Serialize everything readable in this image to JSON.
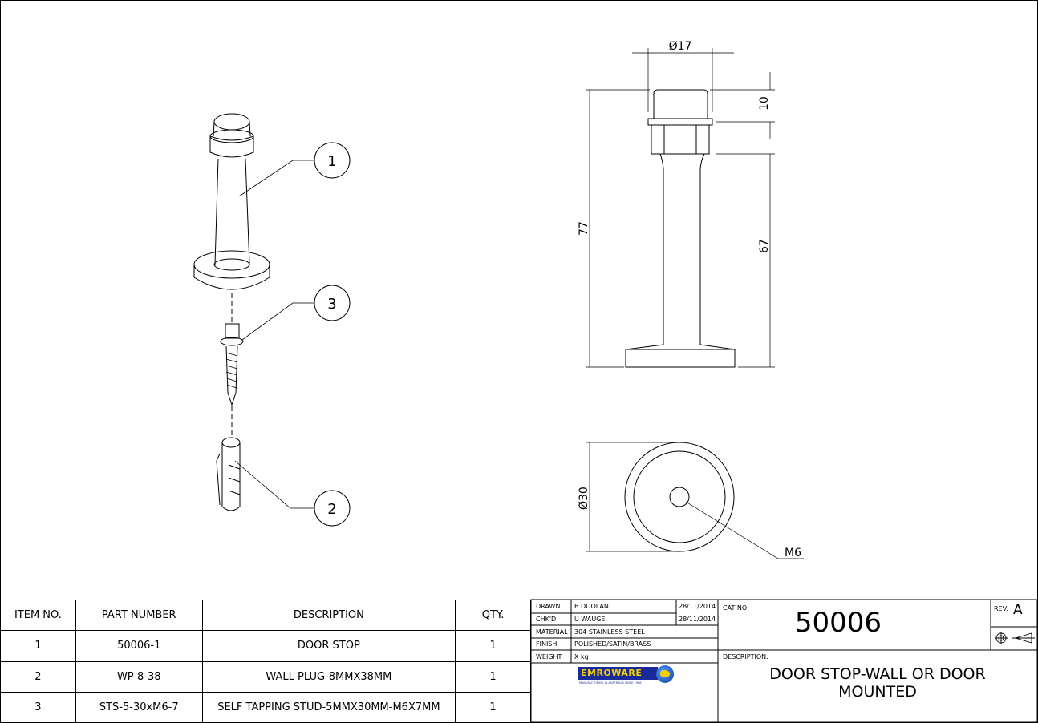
{
  "drawing": {
    "dimensions": {
      "dia17": "Ø17",
      "h10": "10",
      "h77": "77",
      "h67": "67",
      "dia30": "Ø30",
      "thread": "M6"
    },
    "balloons": [
      "1",
      "3",
      "2"
    ]
  },
  "bom": {
    "headers": [
      "ITEM NO.",
      "PART NUMBER",
      "DESCRIPTION",
      "QTY."
    ],
    "rows": [
      [
        "1",
        "50006-1",
        "DOOR STOP",
        "1"
      ],
      [
        "2",
        "WP-8-38",
        "WALL PLUG-8MMX38MM",
        "1"
      ],
      [
        "3",
        "STS-5-30xM6-7",
        "SELF TAPPING STUD-5MMX30MM-M6X7MM",
        "1"
      ]
    ]
  },
  "title_block": {
    "drawn_label": "DRAWN",
    "drawn": "B DOOLAN",
    "drawn_date": "28/11/2014",
    "chkd_label": "CHK'D",
    "chkd": "U WAUGE",
    "chkd_date": "28/11/2014",
    "material_label": "MATERIAL",
    "material": "304 STAINLESS STEEL",
    "finish_label": "FINISH",
    "finish": "POLISHED/SATIN/BRASS",
    "weight_label": "WEIGHT",
    "weight": "X kg",
    "logo_text": "EMROWARE",
    "logo_tagline": "MANUFACTURING IN AUSTRALIA SINCE 1968",
    "cat_label": "CAT NO:",
    "cat_no": "50006",
    "rev_label": "REV:",
    "rev": "A",
    "desc_label": "DESCRIPTION:",
    "desc_line1": "DOOR STOP-WALL OR DOOR",
    "desc_line2": "MOUNTED"
  }
}
